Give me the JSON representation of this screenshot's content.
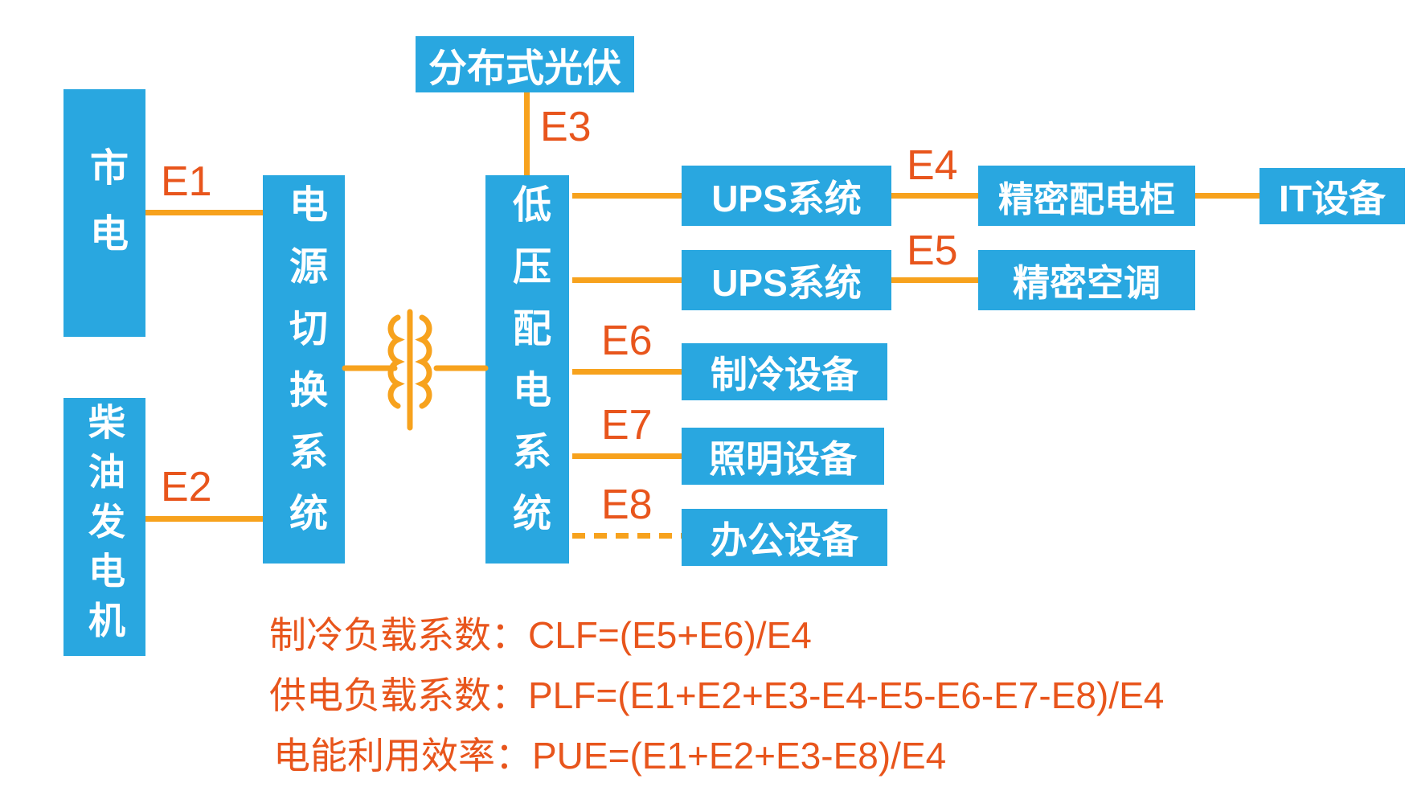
{
  "diagram": {
    "nodes": {
      "utility_power": "市电",
      "diesel_generator": "柴油发电机",
      "power_switch_system": "电源切换系统",
      "distributed_pv": "分布式光伏",
      "lv_distribution_system": "低压配电系统",
      "ups_system_1": "UPS系统",
      "ups_system_2": "UPS系统",
      "cooling_equipment": "制冷设备",
      "lighting_equipment": "照明设备",
      "office_equipment": "办公设备",
      "precision_power_cabinet": "精密配电柜",
      "precision_ac": "精密空调",
      "it_equipment": "IT设备"
    },
    "edges": {
      "e1": "E1",
      "e2": "E2",
      "e3": "E3",
      "e4": "E4",
      "e5": "E5",
      "e6": "E6",
      "e7": "E7",
      "e8": "E8"
    },
    "formulas": {
      "clf": "制冷负载系数：CLF=(E5+E6)/E4",
      "plf": "供电负载系数：PLF=(E1+E2+E3-E4-E5-E6-E7-E8)/E4",
      "pue": "电能利用效率：PUE=(E1+E2+E3-E8)/E4"
    },
    "colors": {
      "node_fill": "#29A7E0",
      "connector": "#F7A21D",
      "label_text": "#E8551C"
    }
  }
}
